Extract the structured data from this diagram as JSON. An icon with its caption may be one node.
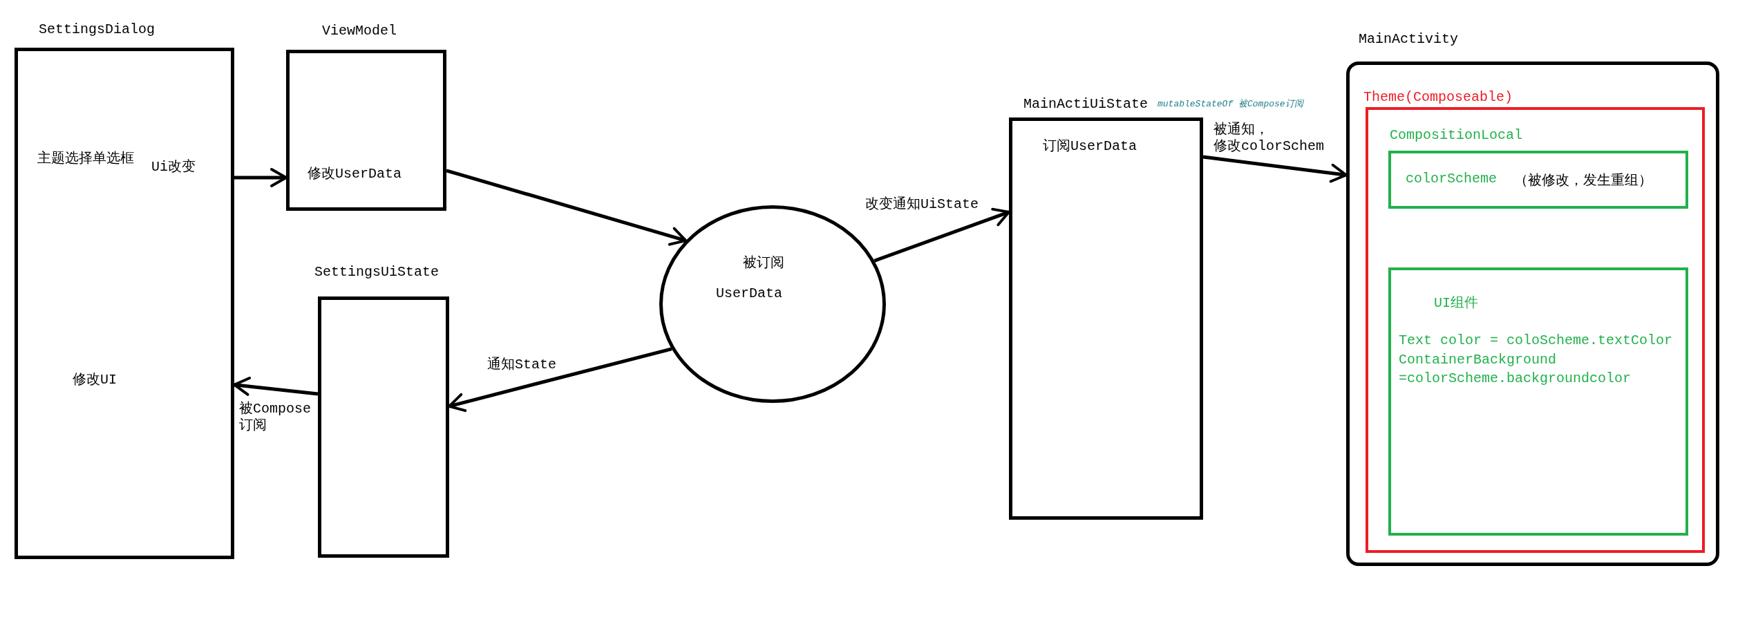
{
  "diagram": {
    "nodes": [
      {
        "text": [
          "SettingsDialog",
          "主题选择单选框",
          "Ui改变",
          "修改UI"
        ]
      },
      {
        "text": [
          "ViewModel",
          "修改UserData"
        ]
      },
      {
        "text": [
          "SettingsUiState"
        ]
      },
      {
        "text": [
          "被订阅",
          "UserData"
        ]
      },
      {
        "text": [
          "MainActiUiState",
          "订阅UserData"
        ],
        "beside": [
          "mutableStateOf 被Compose订阅"
        ]
      },
      {
        "text": [
          "MainActivity"
        ]
      },
      {
        "text": [
          "Theme(Composeable)"
        ],
        "in": 5
      },
      {
        "text": [
          "CompositionLocal",
          "colorScheme",
          "（被修改，发生重组）"
        ],
        "in": 6
      },
      {
        "text": [
          "UI组件",
          "Text color = coloScheme.textColor",
          "ContainerBackground =colorScheme.backgroundcolor"
        ],
        "in": 6
      }
    ],
    "edges": [
      {
        "from": 0,
        "to": 1,
        "arrow": "to"
      },
      {
        "from": 1,
        "to": 3,
        "arrow": "to"
      },
      {
        "from": 3,
        "to": 2,
        "arrow": "to",
        "label": "通知State"
      },
      {
        "from": 2,
        "to": 0,
        "arrow": "to",
        "label": "被Compose订阅"
      },
      {
        "from": 3,
        "to": 4,
        "arrow": "to",
        "label": "改变通知UiState"
      },
      {
        "from": 4,
        "to": 5,
        "arrow": "to",
        "label": "被通知，修改colorSchem"
      }
    ]
  }
}
